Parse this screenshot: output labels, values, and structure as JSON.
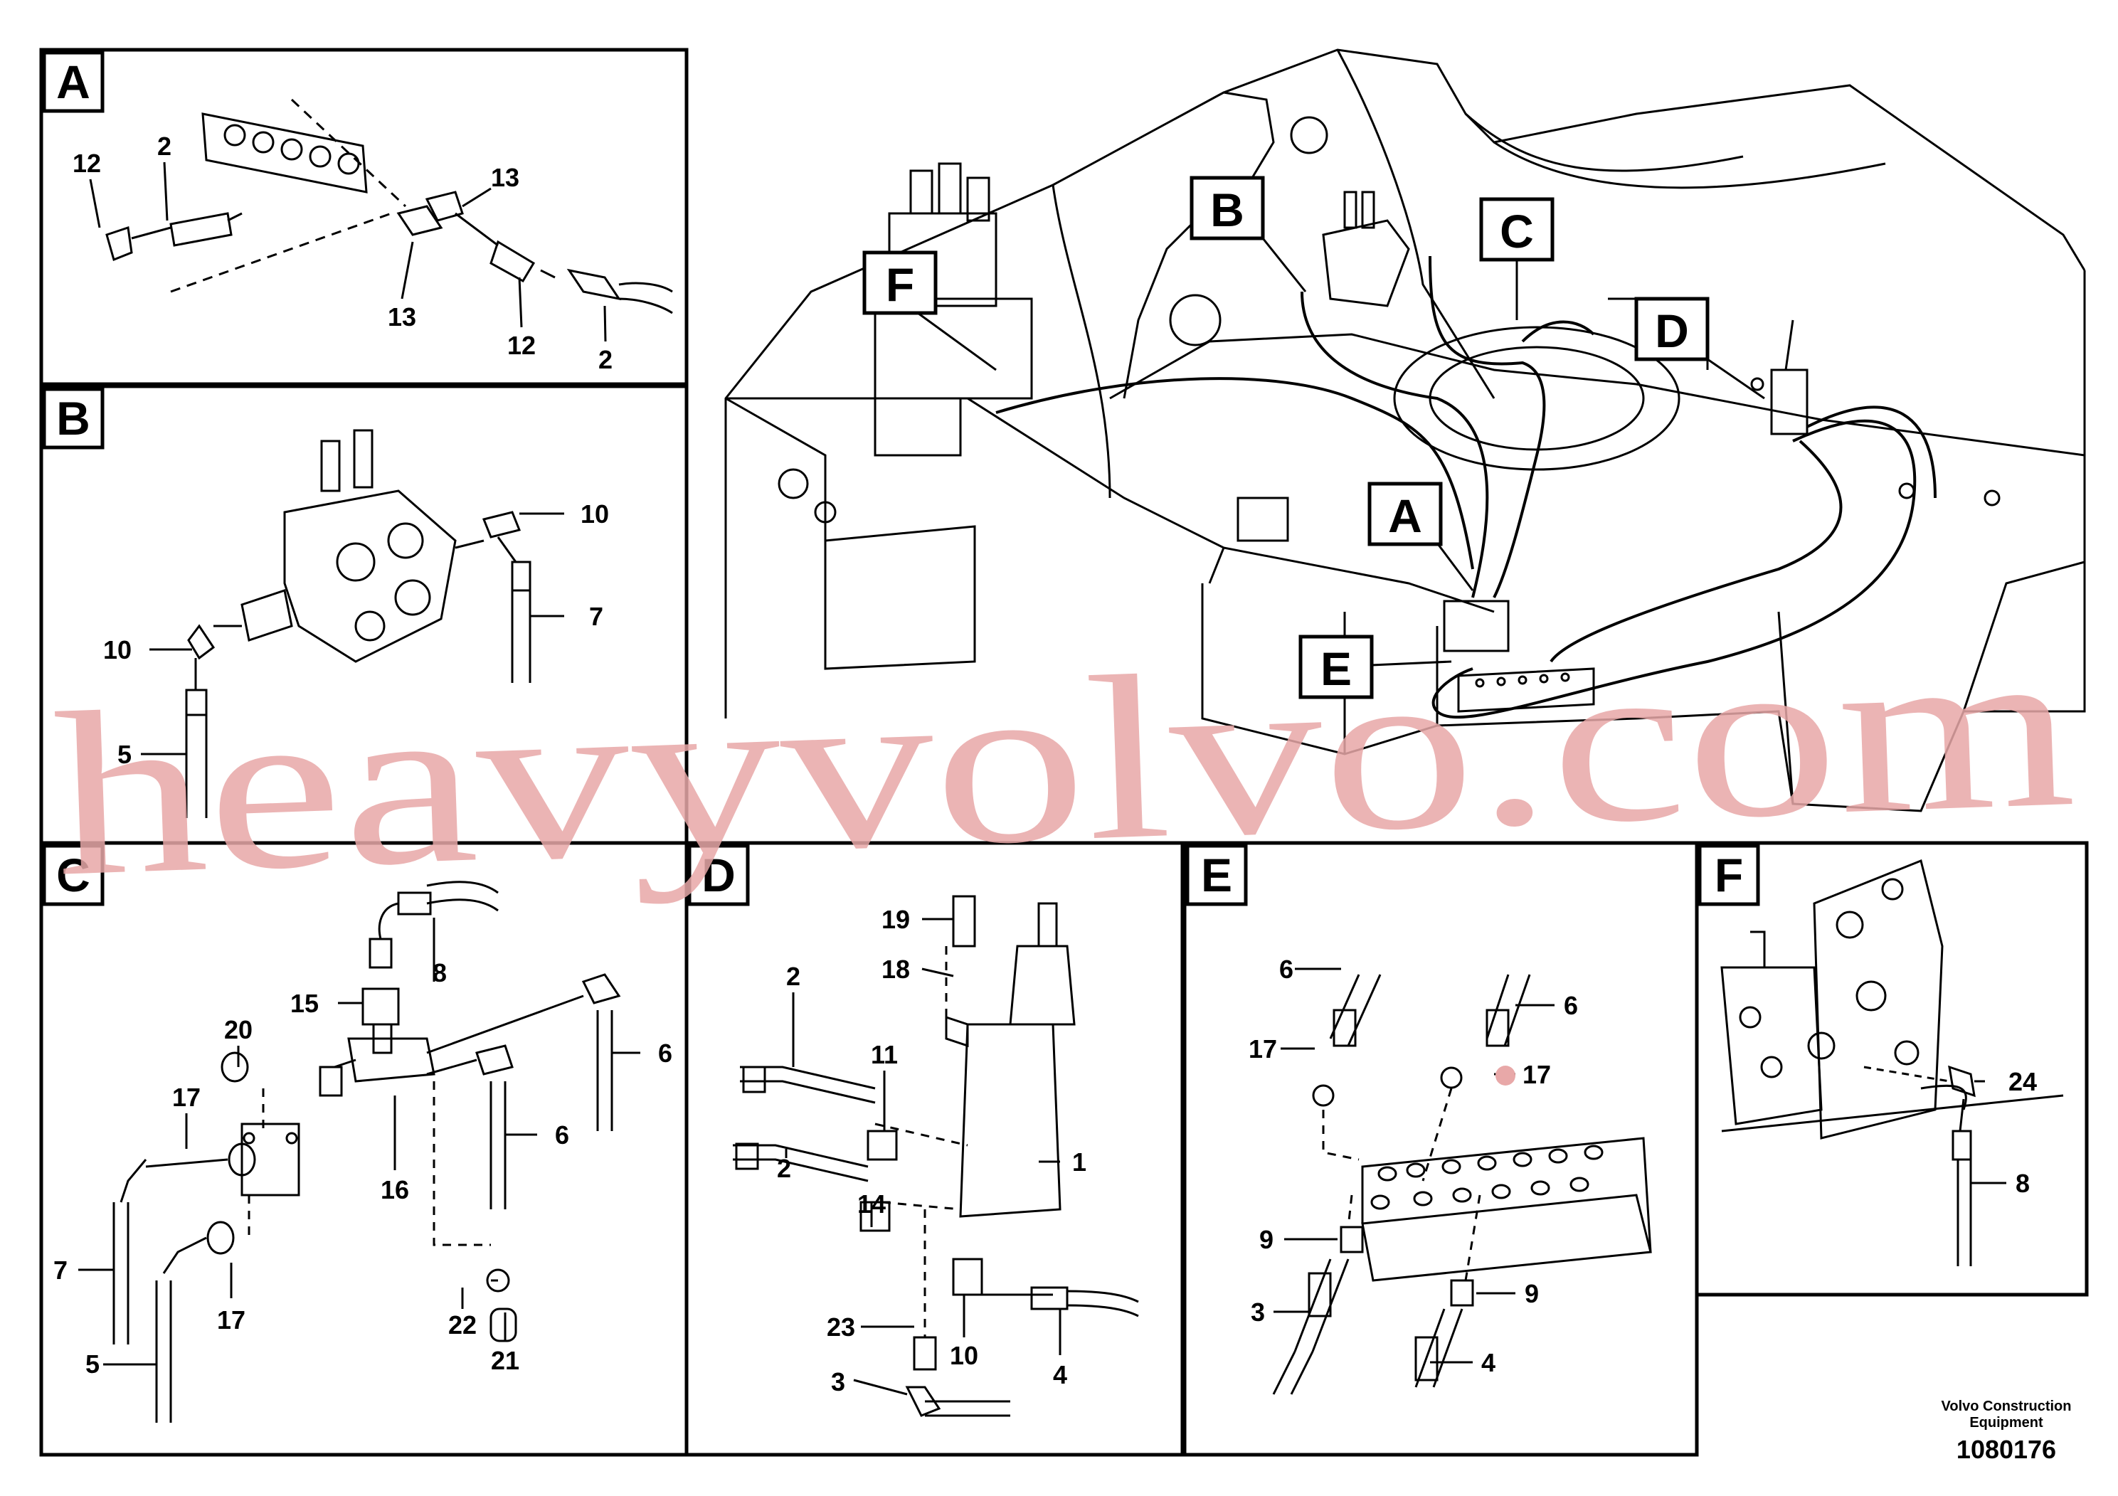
{
  "panels": {
    "A": {
      "letter": "A",
      "labels": [
        "12",
        "2",
        "13",
        "13",
        "12",
        "2"
      ]
    },
    "B": {
      "letter": "B",
      "labels": [
        "10",
        "7",
        "10",
        "5"
      ]
    },
    "C": {
      "letter": "C",
      "labels": [
        "8",
        "15",
        "20",
        "17",
        "6",
        "6",
        "16",
        "7",
        "17",
        "5",
        "22",
        "21"
      ]
    },
    "D": {
      "letter": "D",
      "labels": [
        "19",
        "18",
        "2",
        "11",
        "2",
        "14",
        "1",
        "23",
        "10",
        "4",
        "3"
      ]
    },
    "E": {
      "letter": "E",
      "labels": [
        "6",
        "17",
        "6",
        "17",
        "9",
        "9",
        "3",
        "4"
      ]
    },
    "F": {
      "letter": "F",
      "labels": [
        "24",
        "8"
      ]
    }
  },
  "callouts": [
    "B",
    "C",
    "F",
    "D",
    "A",
    "E"
  ],
  "footer": {
    "company_line1": "Volvo Construction",
    "company_line2": "Equipment",
    "doc_number": "1080176"
  },
  "watermark": "heavyvolvo.com",
  "colors": {
    "line": "#000000",
    "watermark": "#e8a8a8"
  }
}
